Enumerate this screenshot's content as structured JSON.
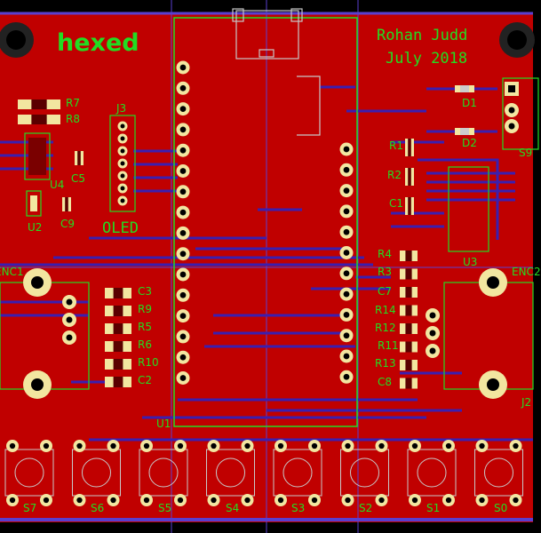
{
  "board": {
    "project_name": "hexed",
    "author": "Rohan Judd",
    "date": "July 2018",
    "oled_label": "OLED"
  },
  "colors": {
    "background": "#000000",
    "copper_top": "#c00000",
    "copper_bottom": "#3a1fb0",
    "silkscreen": "#22dd22",
    "pads": "#f2e6a0",
    "outline": "#c8c8c8"
  },
  "refs": {
    "R7": "R7",
    "R8": "R8",
    "J3": "J3",
    "C5": "C5",
    "U4": "U4",
    "C9": "C9",
    "U2": "U2",
    "ENC1": "ENC1",
    "C3": "C3",
    "R9": "R9",
    "R5": "R5",
    "R6": "R6",
    "R10": "R10",
    "C2": "C2",
    "U1": "U1",
    "D1": "D1",
    "D2": "D2",
    "R1": "R1",
    "R2": "R2",
    "C1": "C1",
    "U3": "U3",
    "R4": "R4",
    "R3": "R3",
    "C7": "C7",
    "R14": "R14",
    "R12": "R12",
    "R11": "R11",
    "R13": "R13",
    "C8": "C8",
    "ENC2": "ENC2",
    "J2": "J2",
    "S9": "S9",
    "S7": "S7",
    "S6": "S6",
    "S5": "S5",
    "S4": "S4",
    "S3": "S3",
    "S2": "S2",
    "S1": "S1",
    "S0": "S0"
  }
}
